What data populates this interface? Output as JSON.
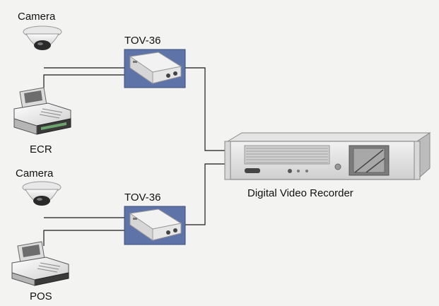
{
  "nodes": {
    "camera_top": {
      "label": "Camera",
      "icon": "dome-camera-icon"
    },
    "ecr": {
      "label": "ECR",
      "icon": "cash-register-icon"
    },
    "tov_top": {
      "label": "TOV-36",
      "icon": "converter-box-icon"
    },
    "camera_bottom": {
      "label": "Camera",
      "icon": "dome-camera-icon"
    },
    "pos": {
      "label": "POS",
      "icon": "cash-register-icon"
    },
    "tov_bottom": {
      "label": "TOV-36",
      "icon": "converter-box-icon"
    },
    "dvr": {
      "label": "Digital Video Recorder",
      "icon": "rack-recorder-icon"
    }
  },
  "colors": {
    "background": "#f3f3f2",
    "tov_box": "#5e73a8",
    "wire": "#1a1a1a"
  }
}
